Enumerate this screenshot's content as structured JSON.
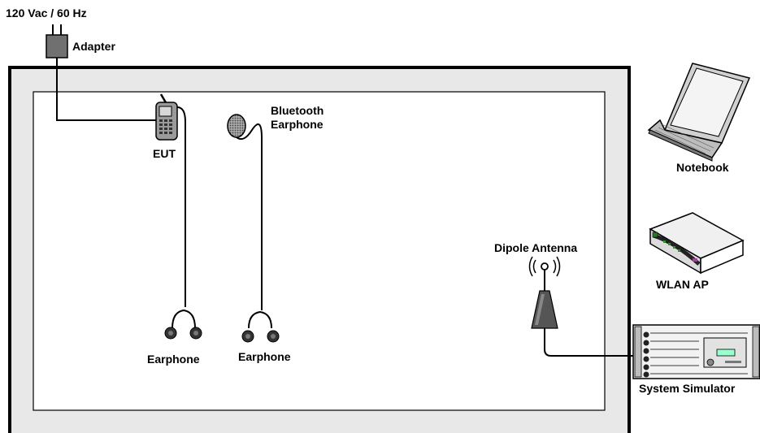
{
  "power": {
    "label": "120 Vac / 60 Hz"
  },
  "adapter": {
    "label": "Adapter"
  },
  "eut": {
    "label": "EUT"
  },
  "bluetooth_earphone": {
    "label_line1": "Bluetooth",
    "label_line2": "Earphone"
  },
  "wired_earphone_left": {
    "label": "Earphone"
  },
  "wired_earphone_right": {
    "label": "Earphone"
  },
  "dipole_antenna": {
    "label": "Dipole Antenna"
  },
  "notebook": {
    "label": "Notebook"
  },
  "wlan_ap": {
    "label": "WLAN AP"
  },
  "system_simulator": {
    "label": "System Simulator"
  },
  "colors": {
    "outer_frame_fill": "#e8e8e8",
    "device_gray": "#6a6a6a",
    "line": "#000000"
  }
}
